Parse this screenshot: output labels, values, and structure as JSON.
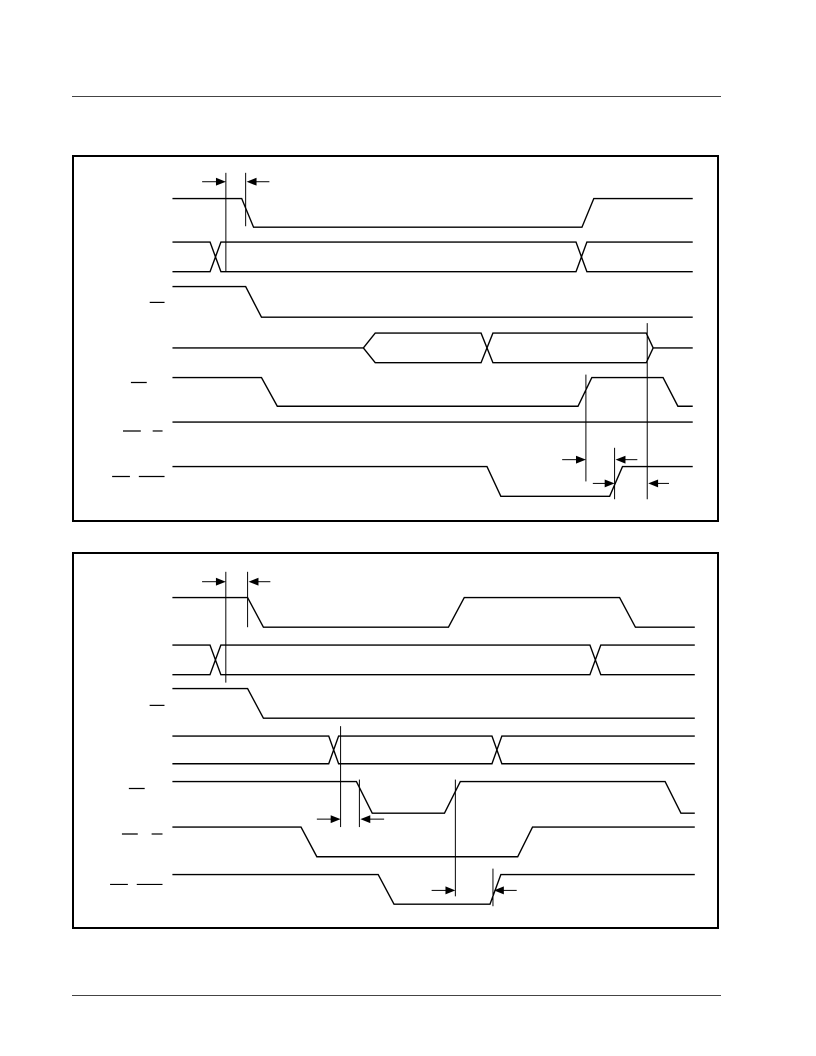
{
  "header": {
    "title": ""
  },
  "footer": {
    "text": ""
  },
  "diagrams": [
    {
      "id": "timing-diagram-1",
      "signals": [
        "signal-1",
        "signal-2",
        "signal-3",
        "signal-4",
        "signal-5",
        "signal-6",
        "signal-7"
      ],
      "overbar_labels": 3
    },
    {
      "id": "timing-diagram-2",
      "signals": [
        "signal-1",
        "signal-2",
        "signal-3",
        "signal-4",
        "signal-5",
        "signal-6",
        "signal-7"
      ],
      "overbar_labels": 3
    }
  ]
}
